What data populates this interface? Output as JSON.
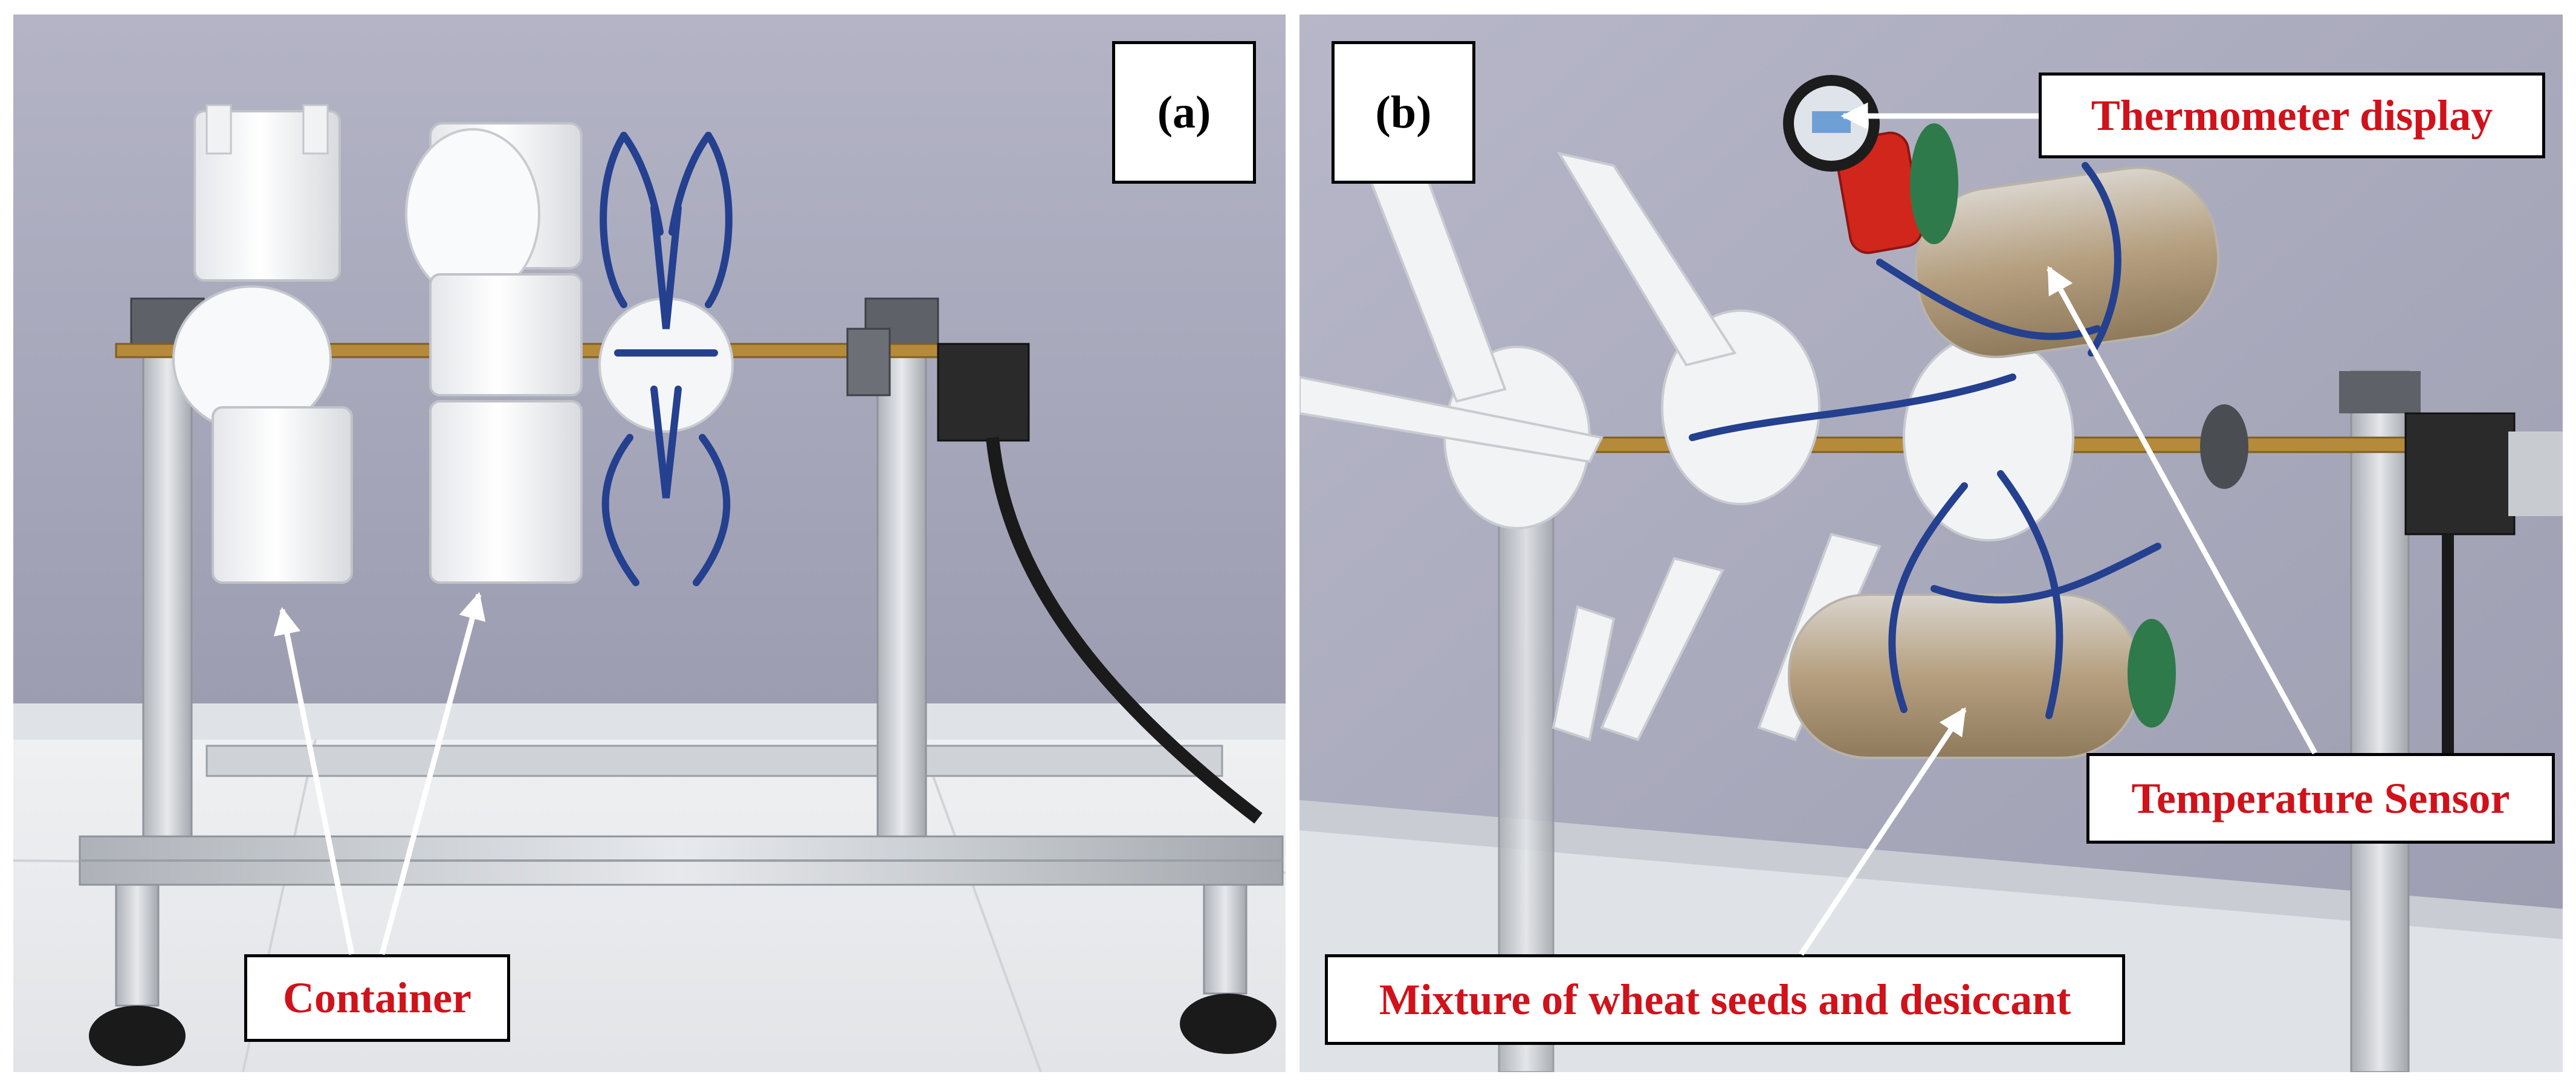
{
  "panels": [
    {
      "tag": "(a)"
    },
    {
      "tag": "(b)"
    }
  ],
  "labels": {
    "container": "Container",
    "thermometer_display": "Thermometer display",
    "temperature_sensor": "Temperature Sensor",
    "mixture": "Mixture of wheat seeds and desiccant"
  },
  "colors": {
    "label_text": "#d0121b",
    "background_wall": "#a9a9bb",
    "frame": "#c9ccd0",
    "wire": "#24408f",
    "arrow": "#ffffff"
  }
}
